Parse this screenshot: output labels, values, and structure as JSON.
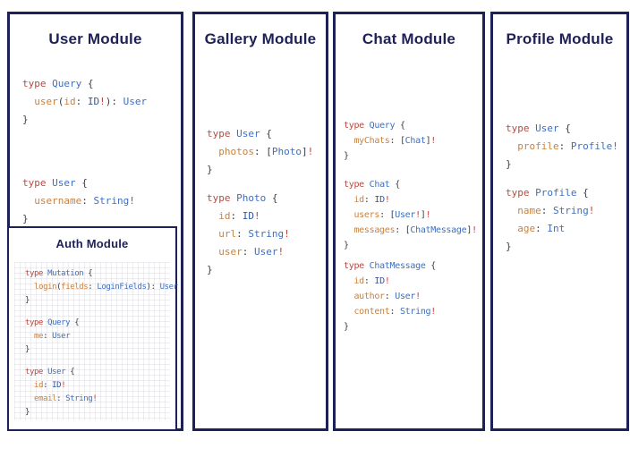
{
  "colors": {
    "navy": "#1e2155",
    "keyword": "#b5493f",
    "field": "#c9813f",
    "type": "#3d6fc0",
    "idtype": "#35599e",
    "punct": "#3c4047",
    "bang": "#c2403a"
  },
  "modules": {
    "user": {
      "title": "User Module",
      "blocks": [
        [
          [
            [
              "k",
              "type"
            ],
            [
              "p",
              " "
            ],
            [
              "t",
              "Query"
            ],
            [
              "p",
              " {"
            ]
          ],
          [
            [
              "p",
              "  "
            ],
            [
              "f",
              "user"
            ],
            [
              "p",
              "("
            ],
            [
              "f",
              "id"
            ],
            [
              "p",
              ": "
            ],
            [
              "n",
              "ID"
            ],
            [
              "b",
              "!"
            ],
            [
              "p",
              "): "
            ],
            [
              "t",
              "User"
            ]
          ],
          [
            [
              "p",
              "}"
            ]
          ]
        ],
        [
          [
            [
              "k",
              "type"
            ],
            [
              "p",
              " "
            ],
            [
              "t",
              "User"
            ],
            [
              "p",
              " {"
            ]
          ],
          [
            [
              "p",
              "  "
            ],
            [
              "f",
              "username"
            ],
            [
              "p",
              ": "
            ],
            [
              "t",
              "String"
            ],
            [
              "b",
              "!"
            ]
          ],
          [
            [
              "p",
              "}"
            ]
          ]
        ]
      ]
    },
    "auth": {
      "title": "Auth Module",
      "blocks": [
        [
          [
            [
              "k",
              "type"
            ],
            [
              "p",
              " "
            ],
            [
              "t",
              "Mutation"
            ],
            [
              "p",
              " {"
            ]
          ],
          [
            [
              "p",
              "  "
            ],
            [
              "f",
              "login"
            ],
            [
              "p",
              "("
            ],
            [
              "f",
              "fields"
            ],
            [
              "p",
              ": "
            ],
            [
              "t",
              "LoginFields"
            ],
            [
              "p",
              "): "
            ],
            [
              "t",
              "User"
            ]
          ],
          [
            [
              "p",
              "}"
            ]
          ]
        ],
        [
          [
            [
              "k",
              "type"
            ],
            [
              "p",
              " "
            ],
            [
              "t",
              "Query"
            ],
            [
              "p",
              " {"
            ]
          ],
          [
            [
              "p",
              "  "
            ],
            [
              "f",
              "me"
            ],
            [
              "p",
              ": "
            ],
            [
              "t",
              "User"
            ]
          ],
          [
            [
              "p",
              "}"
            ]
          ]
        ],
        [
          [
            [
              "k",
              "type"
            ],
            [
              "p",
              " "
            ],
            [
              "t",
              "User"
            ],
            [
              "p",
              " {"
            ]
          ],
          [
            [
              "p",
              "  "
            ],
            [
              "f",
              "id"
            ],
            [
              "p",
              ": "
            ],
            [
              "n",
              "ID"
            ],
            [
              "b",
              "!"
            ]
          ],
          [
            [
              "p",
              "  "
            ],
            [
              "f",
              "email"
            ],
            [
              "p",
              ": "
            ],
            [
              "t",
              "String"
            ],
            [
              "b",
              "!"
            ]
          ],
          [
            [
              "p",
              "}"
            ]
          ]
        ]
      ]
    },
    "gallery": {
      "title": "Gallery Module",
      "blocks": [
        [
          [
            [
              "k",
              "type"
            ],
            [
              "p",
              " "
            ],
            [
              "t",
              "User"
            ],
            [
              "p",
              " {"
            ]
          ],
          [
            [
              "p",
              "  "
            ],
            [
              "f",
              "photos"
            ],
            [
              "p",
              ": ["
            ],
            [
              "t",
              "Photo"
            ],
            [
              "p",
              "]"
            ],
            [
              "b",
              "!"
            ]
          ],
          [
            [
              "p",
              "}"
            ]
          ]
        ],
        [
          [
            [
              "k",
              "type"
            ],
            [
              "p",
              " "
            ],
            [
              "t",
              "Photo"
            ],
            [
              "p",
              " {"
            ]
          ],
          [
            [
              "p",
              "  "
            ],
            [
              "f",
              "id"
            ],
            [
              "p",
              ": "
            ],
            [
              "n",
              "ID"
            ],
            [
              "b",
              "!"
            ]
          ],
          [
            [
              "p",
              "  "
            ],
            [
              "f",
              "url"
            ],
            [
              "p",
              ": "
            ],
            [
              "t",
              "String"
            ],
            [
              "b",
              "!"
            ]
          ],
          [
            [
              "p",
              "  "
            ],
            [
              "f",
              "user"
            ],
            [
              "p",
              ": "
            ],
            [
              "t",
              "User"
            ],
            [
              "b",
              "!"
            ]
          ],
          [
            [
              "p",
              "}"
            ]
          ]
        ]
      ]
    },
    "chat": {
      "title": "Chat Module",
      "blocks": [
        [
          [
            [
              "k",
              "type"
            ],
            [
              "p",
              " "
            ],
            [
              "t",
              "Query"
            ],
            [
              "p",
              " {"
            ]
          ],
          [
            [
              "p",
              "  "
            ],
            [
              "f",
              "myChats"
            ],
            [
              "p",
              ": ["
            ],
            [
              "t",
              "Chat"
            ],
            [
              "p",
              "]"
            ],
            [
              "b",
              "!"
            ]
          ],
          [
            [
              "p",
              "}"
            ]
          ]
        ],
        [
          [
            [
              "k",
              "type"
            ],
            [
              "p",
              " "
            ],
            [
              "t",
              "Chat"
            ],
            [
              "p",
              " {"
            ]
          ],
          [
            [
              "p",
              "  "
            ],
            [
              "f",
              "id"
            ],
            [
              "p",
              ": "
            ],
            [
              "n",
              "ID"
            ],
            [
              "b",
              "!"
            ]
          ],
          [
            [
              "p",
              "  "
            ],
            [
              "f",
              "users"
            ],
            [
              "p",
              ": ["
            ],
            [
              "t",
              "User"
            ],
            [
              "b",
              "!"
            ],
            [
              "p",
              "]"
            ],
            [
              "b",
              "!"
            ]
          ],
          [
            [
              "p",
              "  "
            ],
            [
              "f",
              "messages"
            ],
            [
              "p",
              ": ["
            ],
            [
              "t",
              "ChatMessage"
            ],
            [
              "p",
              "]"
            ],
            [
              "b",
              "!"
            ]
          ],
          [
            [
              "p",
              "}"
            ]
          ]
        ],
        [
          [
            [
              "k",
              "type"
            ],
            [
              "p",
              " "
            ],
            [
              "t",
              "ChatMessage"
            ],
            [
              "p",
              " {"
            ]
          ],
          [
            [
              "p",
              "  "
            ],
            [
              "f",
              "id"
            ],
            [
              "p",
              ": "
            ],
            [
              "n",
              "ID"
            ],
            [
              "b",
              "!"
            ]
          ],
          [
            [
              "p",
              "  "
            ],
            [
              "f",
              "author"
            ],
            [
              "p",
              ": "
            ],
            [
              "t",
              "User"
            ],
            [
              "b",
              "!"
            ]
          ],
          [
            [
              "p",
              "  "
            ],
            [
              "f",
              "content"
            ],
            [
              "p",
              ": "
            ],
            [
              "t",
              "String"
            ],
            [
              "b",
              "!"
            ]
          ],
          [
            [
              "p",
              "}"
            ]
          ]
        ]
      ]
    },
    "profile": {
      "title": "Profile Module",
      "blocks": [
        [
          [
            [
              "k",
              "type"
            ],
            [
              "p",
              " "
            ],
            [
              "t",
              "User"
            ],
            [
              "p",
              " {"
            ]
          ],
          [
            [
              "p",
              "  "
            ],
            [
              "f",
              "profile"
            ],
            [
              "p",
              ": "
            ],
            [
              "t",
              "Profile"
            ],
            [
              "b",
              "!"
            ]
          ],
          [
            [
              "p",
              "}"
            ]
          ]
        ],
        [
          [
            [
              "k",
              "type"
            ],
            [
              "p",
              " "
            ],
            [
              "t",
              "Profile"
            ],
            [
              "p",
              " {"
            ]
          ],
          [
            [
              "p",
              "  "
            ],
            [
              "f",
              "name"
            ],
            [
              "p",
              ": "
            ],
            [
              "t",
              "String"
            ],
            [
              "b",
              "!"
            ]
          ],
          [
            [
              "p",
              "  "
            ],
            [
              "f",
              "age"
            ],
            [
              "p",
              ": "
            ],
            [
              "t",
              "Int"
            ]
          ],
          [
            [
              "p",
              "}"
            ]
          ]
        ]
      ]
    }
  }
}
